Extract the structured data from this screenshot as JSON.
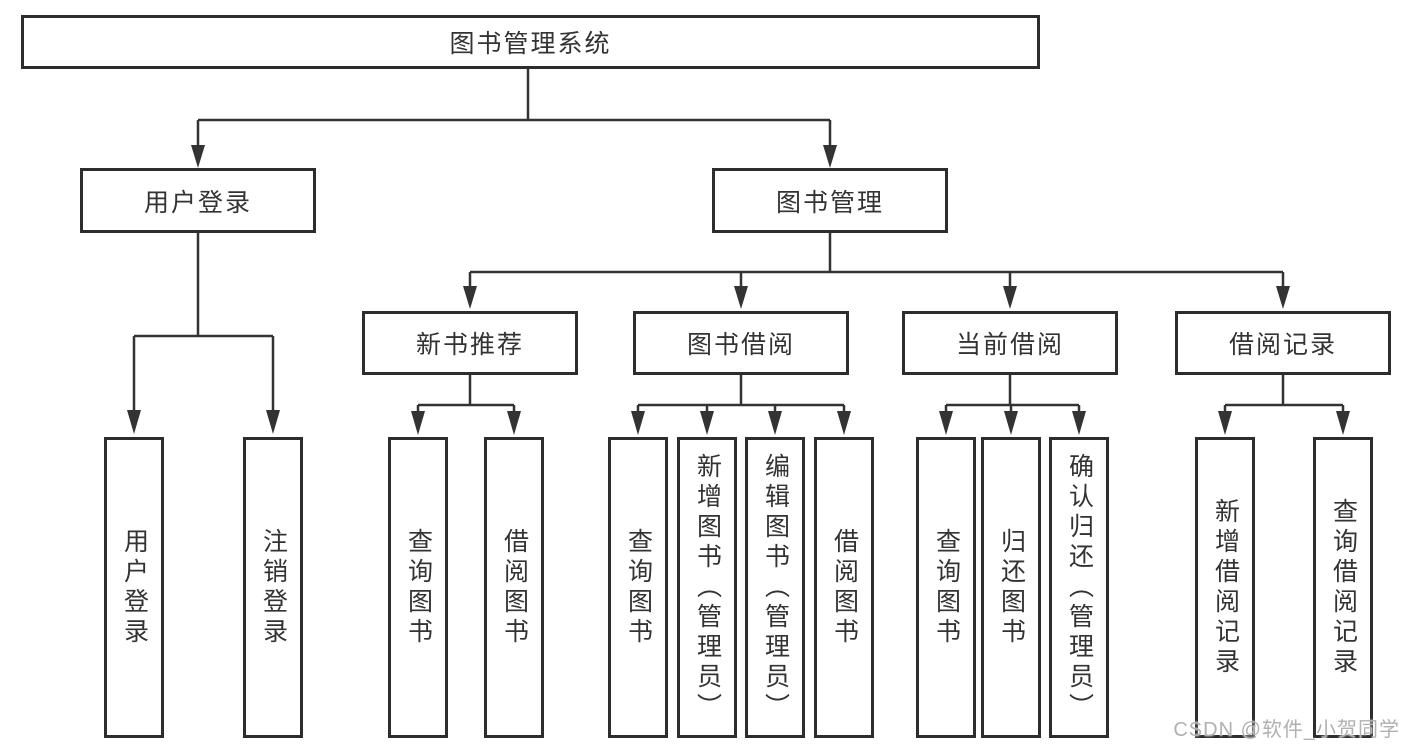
{
  "diagram": {
    "root": "图书管理系统",
    "children": [
      {
        "label": "用户登录",
        "children": [
          {
            "label": "用户登录"
          },
          {
            "label": "注销登录"
          }
        ]
      },
      {
        "label": "图书管理",
        "children": [
          {
            "label": "新书推荐",
            "children": [
              {
                "label": "查询图书"
              },
              {
                "label": "借阅图书"
              }
            ]
          },
          {
            "label": "图书借阅",
            "children": [
              {
                "label": "查询图书"
              },
              {
                "label": "新增图书（管理员）"
              },
              {
                "label": "编辑图书（管理员）"
              },
              {
                "label": "借阅图书"
              }
            ]
          },
          {
            "label": "当前借阅",
            "children": [
              {
                "label": "查询图书"
              },
              {
                "label": "归还图书"
              },
              {
                "label": "确认归还（管理员）"
              }
            ]
          },
          {
            "label": "借阅记录",
            "children": [
              {
                "label": "新增借阅记录"
              },
              {
                "label": "查询借阅记录"
              }
            ]
          }
        ]
      }
    ]
  },
  "watermark": "CSDN @软件_小贺同学",
  "colors": {
    "line": "#333333",
    "box_border": "#2d2d2d",
    "box_background": "#ffffff",
    "text": "#333333",
    "watermark": "#b0b0b0",
    "background": "#ffffff"
  }
}
